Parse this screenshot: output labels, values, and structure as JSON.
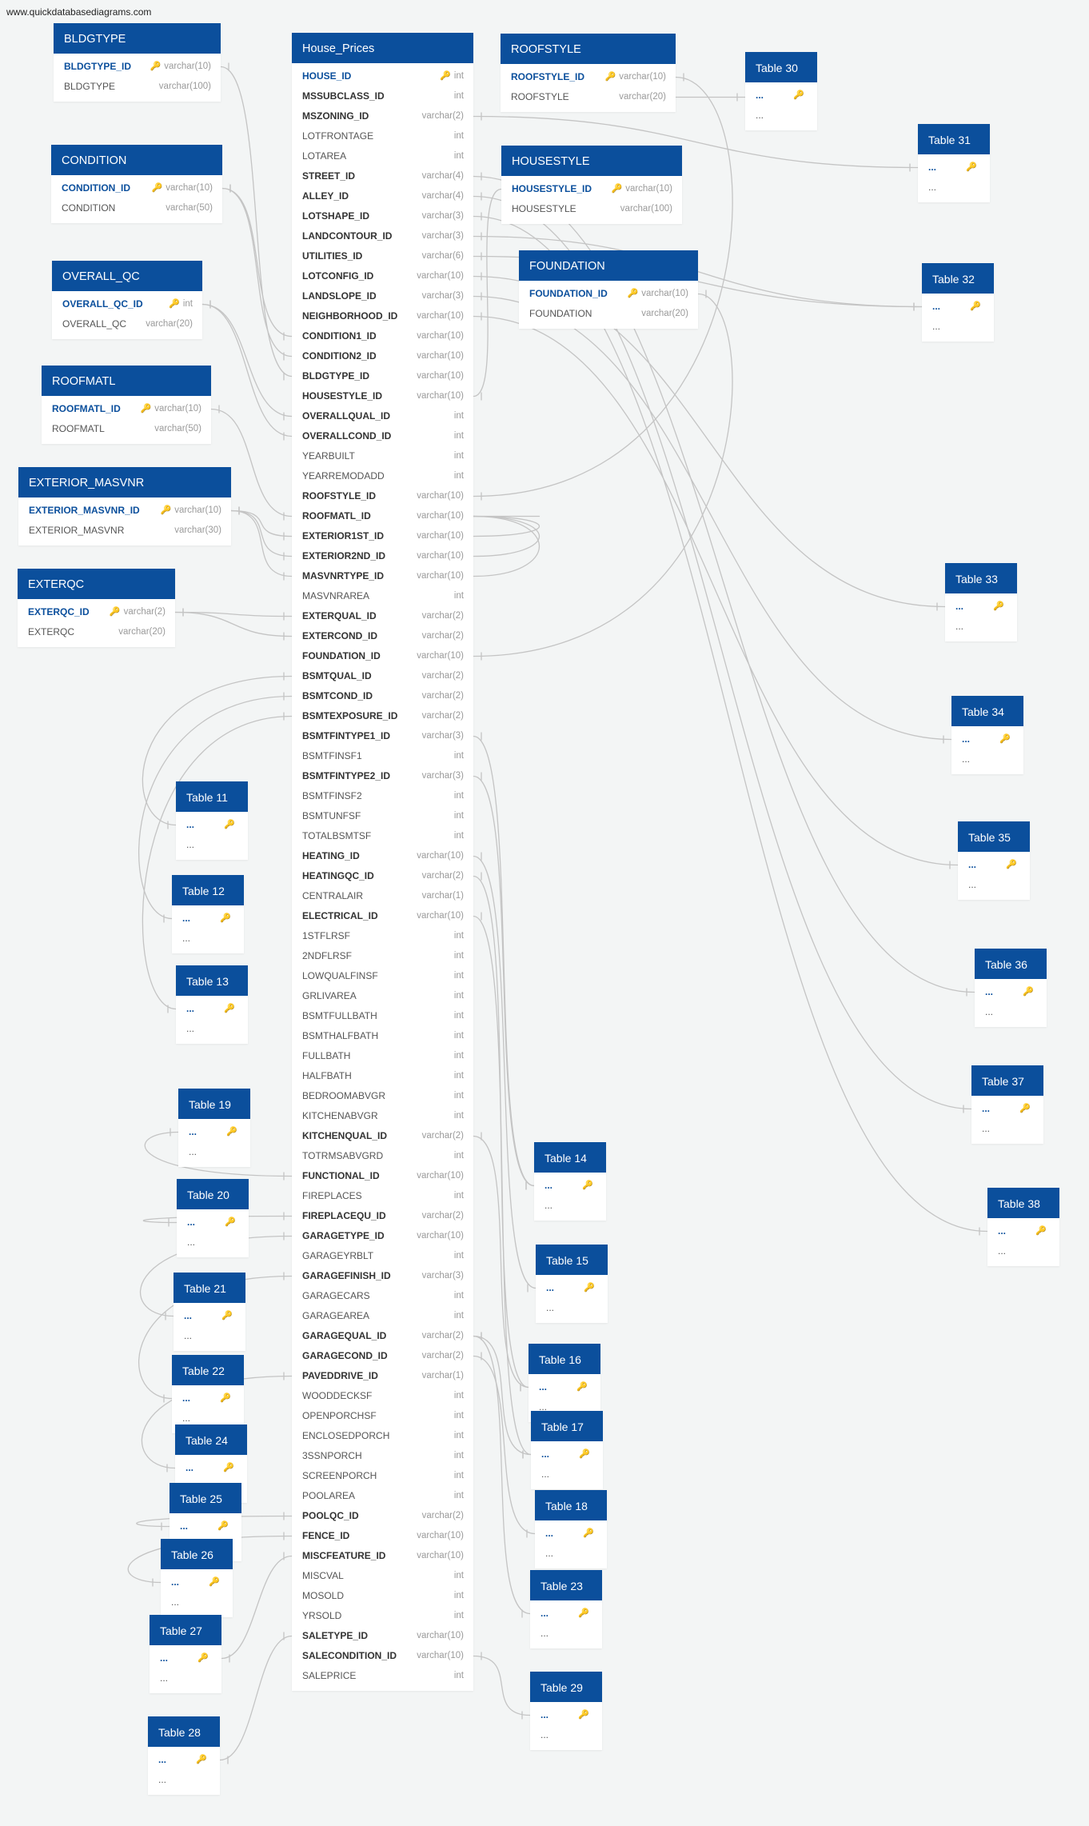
{
  "site": "www.quickdatabasediagrams.com",
  "key_symbol": "🔑",
  "colors": {
    "header": "#0b4f9c",
    "background": "#f3f5f5",
    "line": "#c4c4c4"
  },
  "house": {
    "title": "House_Prices",
    "rows": [
      {
        "n": "HOUSE_ID",
        "t": "int",
        "pk": true
      },
      {
        "n": "MSSUBCLASS_ID",
        "t": "int",
        "fk": true
      },
      {
        "n": "MSZONING_ID",
        "t": "varchar(2)",
        "fk": true
      },
      {
        "n": "LOTFRONTAGE",
        "t": "int"
      },
      {
        "n": "LOTAREA",
        "t": "int"
      },
      {
        "n": "STREET_ID",
        "t": "varchar(4)",
        "fk": true
      },
      {
        "n": "ALLEY_ID",
        "t": "varchar(4)",
        "fk": true
      },
      {
        "n": "LOTSHAPE_ID",
        "t": "varchar(3)",
        "fk": true
      },
      {
        "n": "LANDCONTOUR_ID",
        "t": "varchar(3)",
        "fk": true
      },
      {
        "n": "UTILITIES_ID",
        "t": "varchar(6)",
        "fk": true
      },
      {
        "n": "LOTCONFIG_ID",
        "t": "varchar(10)",
        "fk": true
      },
      {
        "n": "LANDSLOPE_ID",
        "t": "varchar(3)",
        "fk": true
      },
      {
        "n": "NEIGHBORHOOD_ID",
        "t": "varchar(10)",
        "fk": true
      },
      {
        "n": "CONDITION1_ID",
        "t": "varchar(10)",
        "fk": true
      },
      {
        "n": "CONDITION2_ID",
        "t": "varchar(10)",
        "fk": true
      },
      {
        "n": "BLDGTYPE_ID",
        "t": "varchar(10)",
        "fk": true
      },
      {
        "n": "HOUSESTYLE_ID",
        "t": "varchar(10)",
        "fk": true
      },
      {
        "n": "OVERALLQUAL_ID",
        "t": "int",
        "fk": true
      },
      {
        "n": "OVERALLCOND_ID",
        "t": "int",
        "fk": true
      },
      {
        "n": "YEARBUILT",
        "t": "int"
      },
      {
        "n": "YEARREMODADD",
        "t": "int"
      },
      {
        "n": "ROOFSTYLE_ID",
        "t": "varchar(10)",
        "fk": true
      },
      {
        "n": "ROOFMATL_ID",
        "t": "varchar(10)",
        "fk": true
      },
      {
        "n": "EXTERIOR1ST_ID",
        "t": "varchar(10)",
        "fk": true
      },
      {
        "n": "EXTERIOR2ND_ID",
        "t": "varchar(10)",
        "fk": true
      },
      {
        "n": "MASVNRTYPE_ID",
        "t": "varchar(10)",
        "fk": true
      },
      {
        "n": "MASVNRAREA",
        "t": "int"
      },
      {
        "n": "EXTERQUAL_ID",
        "t": "varchar(2)",
        "fk": true
      },
      {
        "n": "EXTERCOND_ID",
        "t": "varchar(2)",
        "fk": true
      },
      {
        "n": "FOUNDATION_ID",
        "t": "varchar(10)",
        "fk": true
      },
      {
        "n": "BSMTQUAL_ID",
        "t": "varchar(2)",
        "fk": true
      },
      {
        "n": "BSMTCOND_ID",
        "t": "varchar(2)",
        "fk": true
      },
      {
        "n": "BSMTEXPOSURE_ID",
        "t": "varchar(2)",
        "fk": true
      },
      {
        "n": "BSMTFINTYPE1_ID",
        "t": "varchar(3)",
        "fk": true
      },
      {
        "n": "BSMTFINSF1",
        "t": "int"
      },
      {
        "n": "BSMTFINTYPE2_ID",
        "t": "varchar(3)",
        "fk": true
      },
      {
        "n": "BSMTFINSF2",
        "t": "int"
      },
      {
        "n": "BSMTUNFSF",
        "t": "int"
      },
      {
        "n": "TOTALBSMTSF",
        "t": "int"
      },
      {
        "n": "HEATING_ID",
        "t": "varchar(10)",
        "fk": true
      },
      {
        "n": "HEATINGQC_ID",
        "t": "varchar(2)",
        "fk": true
      },
      {
        "n": "CENTRALAIR",
        "t": "varchar(1)"
      },
      {
        "n": "ELECTRICAL_ID",
        "t": "varchar(10)",
        "fk": true
      },
      {
        "n": "1STFLRSF",
        "t": "int"
      },
      {
        "n": "2NDFLRSF",
        "t": "int"
      },
      {
        "n": "LOWQUALFINSF",
        "t": "int"
      },
      {
        "n": "GRLIVAREA",
        "t": "int"
      },
      {
        "n": "BSMTFULLBATH",
        "t": "int"
      },
      {
        "n": "BSMTHALFBATH",
        "t": "int"
      },
      {
        "n": "FULLBATH",
        "t": "int"
      },
      {
        "n": "HALFBATH",
        "t": "int"
      },
      {
        "n": "BEDROOMABVGR",
        "t": "int"
      },
      {
        "n": "KITCHENABVGR",
        "t": "int"
      },
      {
        "n": "KITCHENQUAL_ID",
        "t": "varchar(2)",
        "fk": true
      },
      {
        "n": "TOTRMSABVGRD",
        "t": "int"
      },
      {
        "n": "FUNCTIONAL_ID",
        "t": "varchar(10)",
        "fk": true
      },
      {
        "n": "FIREPLACES",
        "t": "int"
      },
      {
        "n": "FIREPLACEQU_ID",
        "t": "varchar(2)",
        "fk": true
      },
      {
        "n": "GARAGETYPE_ID",
        "t": "varchar(10)",
        "fk": true
      },
      {
        "n": "GARAGEYRBLT",
        "t": "int"
      },
      {
        "n": "GARAGEFINISH_ID",
        "t": "varchar(3)",
        "fk": true
      },
      {
        "n": "GARAGECARS",
        "t": "int"
      },
      {
        "n": "GARAGEAREA",
        "t": "int"
      },
      {
        "n": "GARAGEQUAL_ID",
        "t": "varchar(2)",
        "fk": true
      },
      {
        "n": "GARAGECOND_ID",
        "t": "varchar(2)",
        "fk": true
      },
      {
        "n": "PAVEDDRIVE_ID",
        "t": "varchar(1)",
        "fk": true
      },
      {
        "n": "WOODDECKSF",
        "t": "int"
      },
      {
        "n": "OPENPORCHSF",
        "t": "int"
      },
      {
        "n": "ENCLOSEDPORCH",
        "t": "int"
      },
      {
        "n": "3SSNPORCH",
        "t": "int"
      },
      {
        "n": "SCREENPORCH",
        "t": "int"
      },
      {
        "n": "POOLAREA",
        "t": "int"
      },
      {
        "n": "POOLQC_ID",
        "t": "varchar(2)",
        "fk": true
      },
      {
        "n": "FENCE_ID",
        "t": "varchar(10)",
        "fk": true
      },
      {
        "n": "MISCFEATURE_ID",
        "t": "varchar(10)",
        "fk": true
      },
      {
        "n": "MISCVAL",
        "t": "int"
      },
      {
        "n": "MOSOLD",
        "t": "int"
      },
      {
        "n": "YRSOLD",
        "t": "int"
      },
      {
        "n": "SALETYPE_ID",
        "t": "varchar(10)",
        "fk": true
      },
      {
        "n": "SALECONDITION_ID",
        "t": "varchar(10)",
        "fk": true
      },
      {
        "n": "SALEPRICE",
        "t": "int"
      }
    ]
  },
  "lookups": [
    {
      "id": "bldgtype",
      "title": "BLDGTYPE",
      "pk": "BLDGTYPE_ID",
      "pkt": "varchar(10)",
      "f": "BLDGTYPE",
      "ft": "varchar(100)"
    },
    {
      "id": "condition",
      "title": "CONDITION",
      "pk": "CONDITION_ID",
      "pkt": "varchar(10)",
      "f": "CONDITION",
      "ft": "varchar(50)"
    },
    {
      "id": "overall-qc",
      "title": "OVERALL_QC",
      "pk": "OVERALL_QC_ID",
      "pkt": "int",
      "f": "OVERALL_QC",
      "ft": "varchar(20)"
    },
    {
      "id": "roofmatl",
      "title": "ROOFMATL",
      "pk": "ROOFMATL_ID",
      "pkt": "varchar(10)",
      "f": "ROOFMATL",
      "ft": "varchar(50)"
    },
    {
      "id": "exterior-masvnr",
      "title": "EXTERIOR_MASVNR",
      "pk": "EXTERIOR_MASVNR_ID",
      "pkt": "varchar(10)",
      "f": "EXTERIOR_MASVNR",
      "ft": "varchar(30)"
    },
    {
      "id": "exterqc",
      "title": "EXTERQC",
      "pk": "EXTERQC_ID",
      "pkt": "varchar(2)",
      "f": "EXTERQC",
      "ft": "varchar(20)"
    },
    {
      "id": "roofstyle",
      "title": "ROOFSTYLE",
      "pk": "ROOFSTYLE_ID",
      "pkt": "varchar(10)",
      "f": "ROOFSTYLE",
      "ft": "varchar(20)"
    },
    {
      "id": "housestyle",
      "title": "HOUSESTYLE",
      "pk": "HOUSESTYLE_ID",
      "pkt": "varchar(10)",
      "f": "HOUSESTYLE",
      "ft": "varchar(100)"
    },
    {
      "id": "foundation",
      "title": "FOUNDATION",
      "pk": "FOUNDATION_ID",
      "pkt": "varchar(10)",
      "f": "FOUNDATION",
      "ft": "varchar(20)"
    }
  ],
  "placeholder_tables": [
    "Table 30",
    "Table 31",
    "Table 32",
    "Table 33",
    "Table 34",
    "Table 35",
    "Table 36",
    "Table 37",
    "Table 38",
    "Table 11",
    "Table 12",
    "Table 13",
    "Table 19",
    "Table 20",
    "Table 21",
    "Table 22",
    "Table 24",
    "Table 25",
    "Table 26",
    "Table 27",
    "Table 28",
    "Table 14",
    "Table 15",
    "Table 16",
    "Table 17",
    "Table 18",
    "Table 23",
    "Table 29"
  ],
  "placeholder_pk": "...",
  "placeholder_field": "..."
}
